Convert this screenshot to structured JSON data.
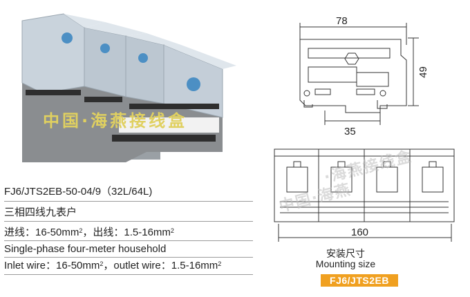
{
  "product": {
    "model_line": "FJ6/JTS2EB-50-04/9（32L/64L)",
    "desc_cn": "三相四线九表户",
    "wire_cn_in": "进线：16-50mm",
    "wire_cn_in_sup": "2",
    "wire_cn_out": "，出线：1.5-16mm",
    "wire_cn_out_sup": "2",
    "desc_en": "Single-phase four-meter household",
    "wire_en_in": "Inlet wire：16-50mm",
    "wire_en_in_sup": "2",
    "wire_en_out": "，outlet wire：1.5-16mm",
    "wire_en_out_sup": "2"
  },
  "drawing": {
    "dim_width": "78",
    "dim_height": "49",
    "dim_rail": "35",
    "dim_total": "160"
  },
  "caption": {
    "cn": "安装尺寸",
    "en": "Mounting size",
    "badge": "FJ6/JTS2EB"
  },
  "watermark": {
    "photo": "中国·海燕接线盒",
    "drawing_1": "·海燕接线盒",
    "drawing_2": "中国·海燕"
  },
  "colors": {
    "badge": "#f0a020",
    "body_gray": "#8a8d90",
    "cover": "#c9d3dc",
    "screw": "#4c8fc4"
  }
}
